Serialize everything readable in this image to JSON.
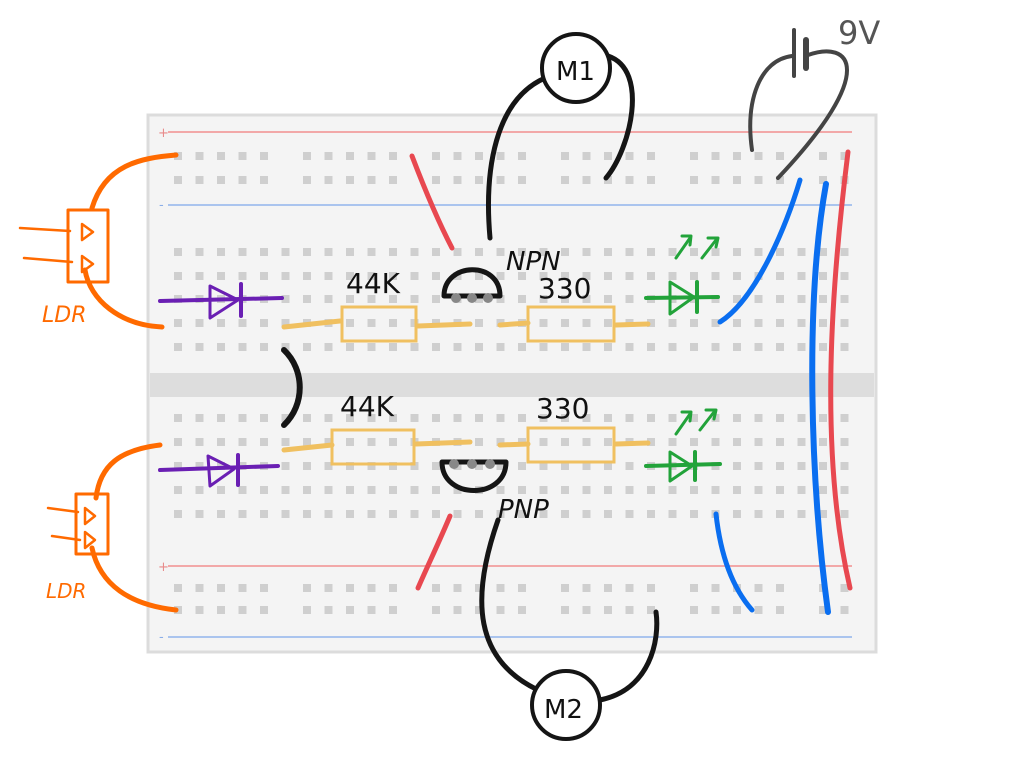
{
  "labels": {
    "battery": "9V",
    "motor_top": "M1",
    "motor_bottom": "M2",
    "transistor_top": "NPN",
    "transistor_bottom": "PNP",
    "resistor_top_left": "44K",
    "resistor_top_right": "330",
    "resistor_bottom_left": "44K",
    "resistor_bottom_right": "330",
    "ldr_top": "LDR",
    "ldr_bottom": "LDR",
    "rail_plus_top": "+",
    "rail_minus_top": "-",
    "rail_plus_bottom": "+",
    "rail_minus_bottom": "-"
  },
  "colors": {
    "breadboard_body": "#f4f4f4",
    "breadboard_border": "#dcdcdc",
    "hole": "#cfcfcf",
    "center_gap": "#dddddd",
    "rail_red_line": "#f2a8a8",
    "rail_blue_line": "#aac4ee",
    "ldr_orange": "#ff6a00",
    "diode_purple": "#6a1fb3",
    "resistor_yellow": "#f0c060",
    "led_green": "#22a33a",
    "wire_red": "#e84850",
    "wire_blue": "#0a6ef0",
    "wire_black": "#151515"
  }
}
